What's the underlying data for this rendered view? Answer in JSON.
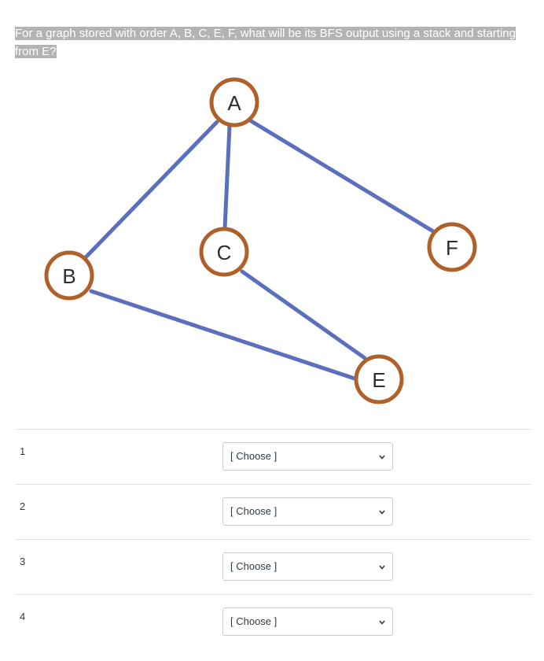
{
  "question": {
    "text": "For a graph stored with order A, B, C, E, F, what will be its BFS output using a stack and starting from E?"
  },
  "graph": {
    "nodes": [
      {
        "id": "A",
        "label": "A"
      },
      {
        "id": "B",
        "label": "B"
      },
      {
        "id": "C",
        "label": "C"
      },
      {
        "id": "E",
        "label": "E"
      },
      {
        "id": "F",
        "label": "F"
      }
    ],
    "edges": [
      [
        "A",
        "B"
      ],
      [
        "A",
        "C"
      ],
      [
        "A",
        "F"
      ],
      [
        "B",
        "E"
      ],
      [
        "C",
        "E"
      ]
    ],
    "colors": {
      "edge": "#5b6fbd",
      "node_border": "#b0612a"
    }
  },
  "answers": [
    {
      "number": "1",
      "selected": "[ Choose ]"
    },
    {
      "number": "2",
      "selected": "[ Choose ]"
    },
    {
      "number": "3",
      "selected": "[ Choose ]"
    },
    {
      "number": "4",
      "selected": "[ Choose ]"
    }
  ],
  "icons": {
    "dropdown": "chevron-down-icon"
  }
}
